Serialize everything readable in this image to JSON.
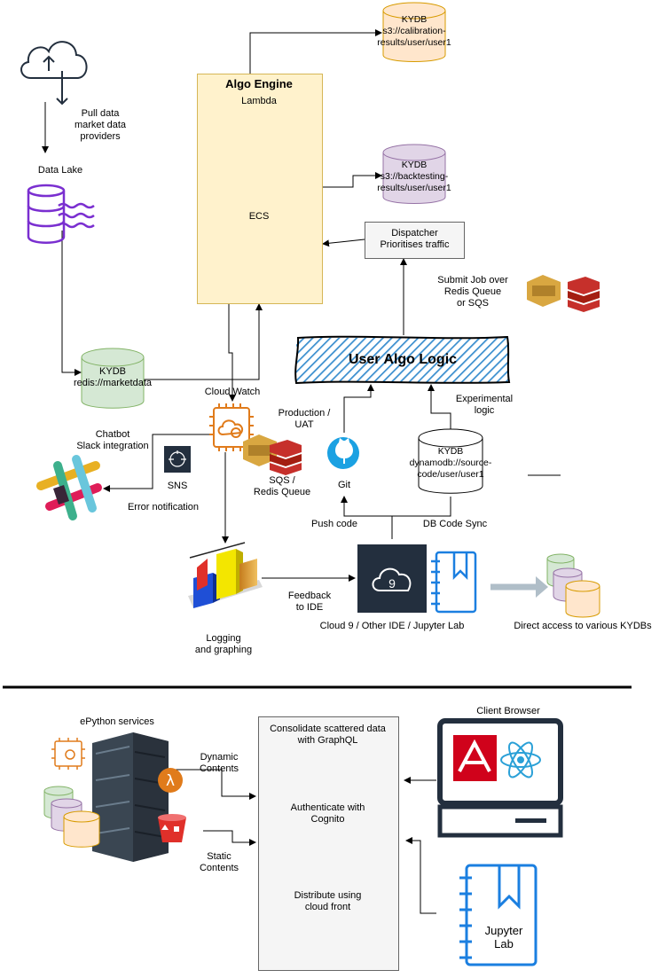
{
  "top": {
    "pull_data": "Pull data\nmarket data\nproviders",
    "data_lake": "Data Lake",
    "algo_engine": "Algo Engine",
    "lambda": "Lambda",
    "ecs": "ECS",
    "kydb_calibration": "KYDB\ns3://calibration-\nresults/user/user1",
    "kydb_backtesting": "KYDB\ns3://backtesting-\nresults/user/user1",
    "dispatcher": "Dispatcher\nPrioritises traffic",
    "submit_job": "Submit Job over\nRedis Queue\nor SQS",
    "kydb_redis": "KYDB\nredis://marketdata",
    "user_algo_logic": "User Algo Logic",
    "cloud_watch": "Cloud Watch",
    "production_uat": "Production /\nUAT",
    "experimental": "Experimental\nlogic",
    "chatbot": "Chatbot\nSlack integration",
    "sns": "SNS",
    "sqs_redis": "SQS /\nRedis Queue",
    "error_notification": "Error notification",
    "git": "Git",
    "kydb_dynamodb": "KYDB\ndynamodb://source-\ncode/user/user1",
    "push_code": "Push code",
    "db_code_sync": "DB Code Sync",
    "feedback": "Feedback\nto IDE",
    "logging": "Logging\nand graphing",
    "cloud9": "Cloud 9 / Other IDE / Jupyter Lab",
    "direct_access": "Direct access to various KYDBs"
  },
  "bottom": {
    "epython_services": "ePython services",
    "dynamic_contents": "Dynamic\nContents",
    "static_contents": "Static\nContents",
    "graphql": "Consolidate scattered data\nwith GraphQL",
    "cognito": "Authenticate with\nCognito",
    "cloudfront": "Distribute using\ncloud front",
    "client_browser": "Client Browser",
    "jupyter_lab": "Jupyter\nLab"
  },
  "colors": {
    "engine_fill": "#fff2cc",
    "aws_orange": "#e07b1b",
    "kydb_orange_fill": "#ffe6cc",
    "kydb_purple_fill": "#e1d5e7",
    "kydb_green_fill": "#d5e8d4",
    "hatch_blue": "#3b8fcf",
    "data_lake_purple": "#7a2fd0"
  }
}
